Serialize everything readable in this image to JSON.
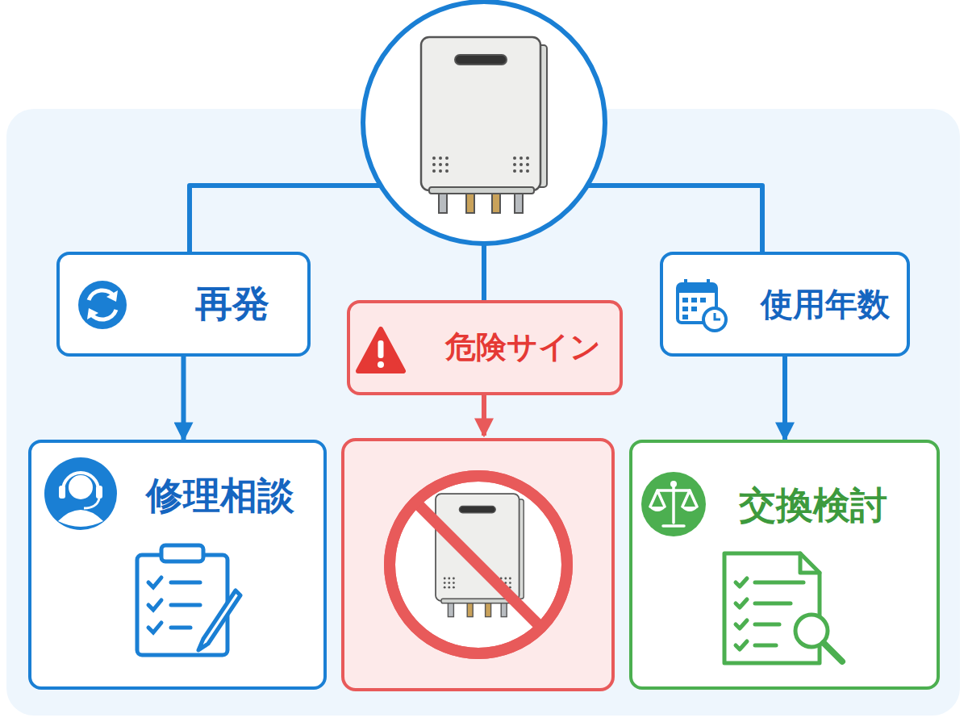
{
  "diagram": {
    "nodes": [
      {
        "text": [
          "再発"
        ]
      },
      {
        "text": [
          "危険サイン"
        ]
      },
      {
        "text": [
          "使用年数"
        ]
      },
      {
        "text": [
          "修理相談"
        ]
      },
      {
        "text": [
          "交換検討"
        ]
      }
    ],
    "edges": [
      {
        "from": 0,
        "to": 3,
        "arrow": "to"
      },
      {
        "from": 2,
        "to": 4,
        "arrow": "to"
      }
    ]
  }
}
